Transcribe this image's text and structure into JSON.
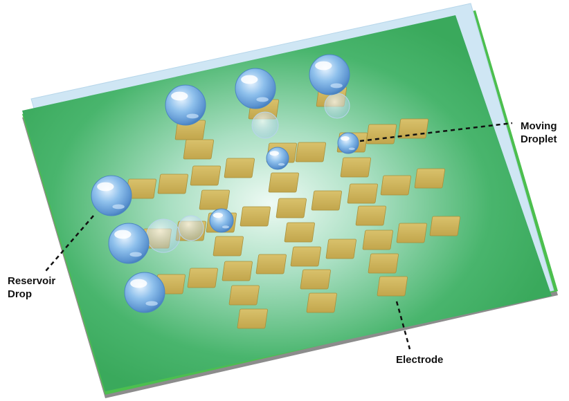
{
  "labels": {
    "moving_droplet": "Moving\nDroplet",
    "reservoir_drop": "Reservoir\nDrop",
    "electrode": "Electrode"
  },
  "colors": {
    "board_green": "#3aaf5e",
    "board_glow": "#e6f7ef",
    "board_base": "#9a9a9a",
    "glass_cover": "#c9e3f2",
    "electrode_gold": "#cdb35a",
    "droplet_blue": "#6fa6dc"
  },
  "icons": {
    "droplet": "sphere-droplet",
    "electrode": "square-pad"
  }
}
